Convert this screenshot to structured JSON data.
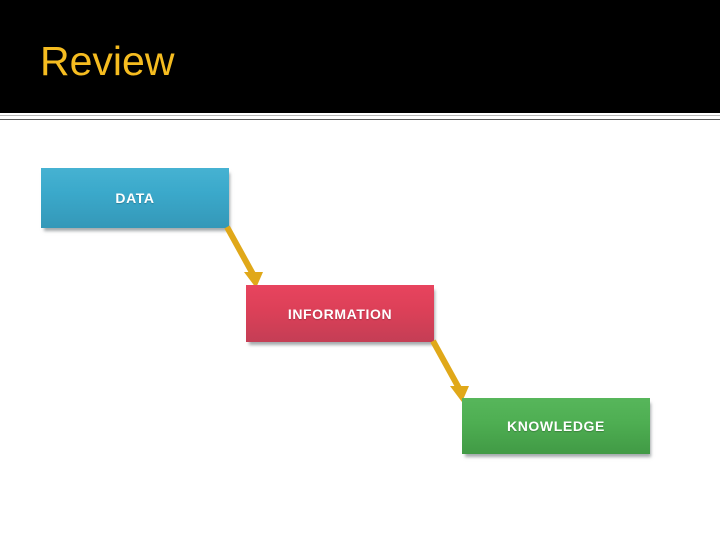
{
  "slide": {
    "title": "Review",
    "title_color": "#f5bc20",
    "header_background": "#000000",
    "body_background": "#ffffff",
    "divider_color": "#5a5a5a"
  },
  "diagram": {
    "type": "staircase-flow",
    "arrow_color": "#e0a819",
    "steps": [
      {
        "id": "data",
        "label": "DATA",
        "color": "#3ba9cb",
        "text_color": "#ffffff"
      },
      {
        "id": "information",
        "label": "INFORMATION",
        "color": "#dc4058",
        "text_color": "#ffffff"
      },
      {
        "id": "knowledge",
        "label": "KNOWLEDGE",
        "color": "#4eae52",
        "text_color": "#ffffff"
      }
    ],
    "connectors": [
      {
        "id": "data-to-information",
        "from": "data",
        "to": "information",
        "icon": "arrow-down-right-icon"
      },
      {
        "id": "information-to-knowledge",
        "from": "information",
        "to": "knowledge",
        "icon": "arrow-down-right-icon"
      }
    ]
  }
}
